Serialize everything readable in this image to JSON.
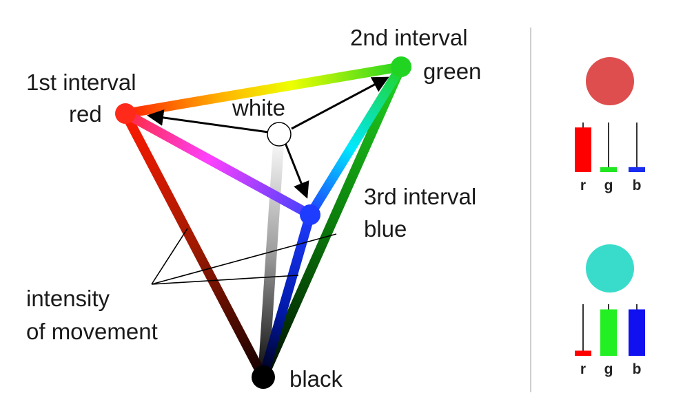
{
  "labels": {
    "first_line1": "1st interval",
    "first_line2": "red",
    "second_line1": "2nd interval",
    "second_line2": "green",
    "third_line1": "3rd interval",
    "third_line2": "blue",
    "white": "white",
    "black": "black",
    "intensity_line1": "intensity",
    "intensity_line2": "of movement"
  },
  "colors": {
    "red": "#ff2a1a",
    "green": "#22d422",
    "blue": "#1e3cff",
    "white": "#ffffff",
    "black": "#000000",
    "divider": "#bdbdbd"
  },
  "panels": [
    {
      "circle_color": "#de4e4e",
      "bars": [
        {
          "label": "r",
          "level": 0.9,
          "color": "#ff0000"
        },
        {
          "label": "g",
          "level": 0.1,
          "color": "#22e622"
        },
        {
          "label": "b",
          "level": 0.1,
          "color": "#1a2cf0"
        }
      ]
    },
    {
      "circle_color": "#39dcca",
      "bars": [
        {
          "label": "r",
          "level": 0.1,
          "color": "#ff0000"
        },
        {
          "label": "g",
          "level": 0.9,
          "color": "#22f022"
        },
        {
          "label": "b",
          "level": 0.9,
          "color": "#1010f0"
        }
      ]
    }
  ]
}
